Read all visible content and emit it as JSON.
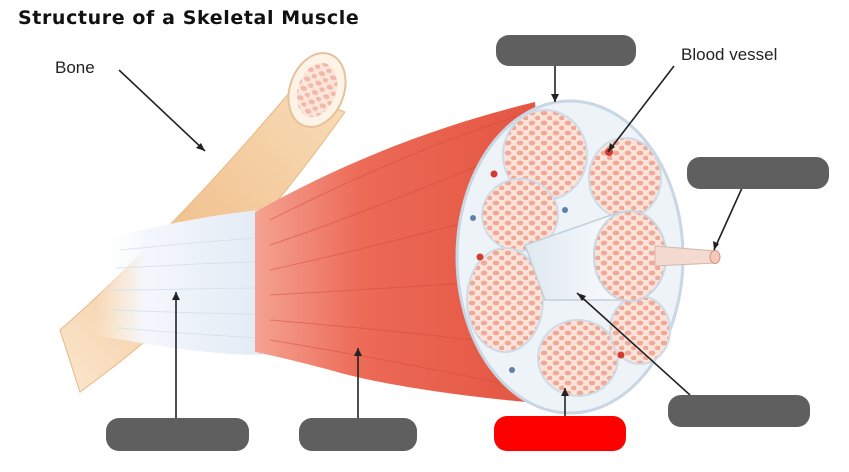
{
  "title": "Structure of a Skeletal Muscle",
  "labels": {
    "bone": "Bone",
    "blood_vessel": "Blood vessel"
  },
  "colors": {
    "blank_label": "#5f5f5f",
    "highlighted_blank": "#ff0000",
    "muscle": "#e8604e",
    "bone": "#f3c99a",
    "tendon": "#eef3fa",
    "fascicle": "#f6c8b8"
  },
  "blank_labels": [
    {
      "name": "blank-label-top"
    },
    {
      "name": "blank-label-right-upper"
    },
    {
      "name": "blank-label-right-lower"
    },
    {
      "name": "blank-label-bottom-left"
    },
    {
      "name": "blank-label-bottom-middle"
    },
    {
      "name": "blank-label-bottom-highlighted",
      "highlighted": true
    }
  ]
}
